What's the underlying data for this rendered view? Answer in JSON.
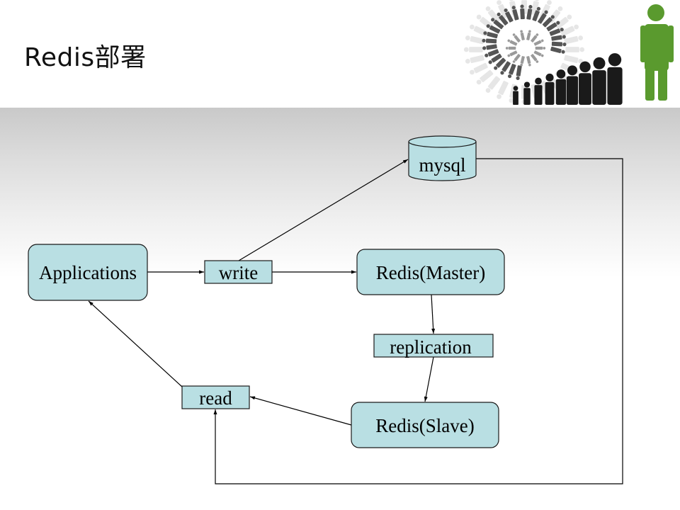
{
  "slide": {
    "title": "Redis部署",
    "decoration": "people-growth-spiral-graphic",
    "colors": {
      "node_fill": "#b9dfe3",
      "node_stroke": "#1a1a1a",
      "accent_green": "#5a9a2e",
      "figure_dark": "#1a1a1a"
    }
  },
  "diagram": {
    "nodes": [
      {
        "id": "mysql",
        "label": "mysql",
        "shape": "cylinder"
      },
      {
        "id": "applications",
        "label": "Applications",
        "shape": "rounded-rect"
      },
      {
        "id": "write",
        "label": "write",
        "shape": "rect"
      },
      {
        "id": "redis-master",
        "label": "Redis(Master)",
        "shape": "rounded-rect"
      },
      {
        "id": "replication",
        "label": "replication",
        "shape": "rect"
      },
      {
        "id": "read",
        "label": "read",
        "shape": "rect"
      },
      {
        "id": "redis-slave",
        "label": "Redis(Slave)",
        "shape": "rounded-rect"
      }
    ],
    "edges": [
      {
        "from": "applications",
        "to": "write"
      },
      {
        "from": "write",
        "to": "mysql"
      },
      {
        "from": "write",
        "to": "redis-master"
      },
      {
        "from": "redis-master",
        "to": "replication"
      },
      {
        "from": "replication",
        "to": "redis-slave"
      },
      {
        "from": "redis-slave",
        "to": "read"
      },
      {
        "from": "mysql",
        "to": "read"
      },
      {
        "from": "read",
        "to": "applications"
      }
    ]
  }
}
